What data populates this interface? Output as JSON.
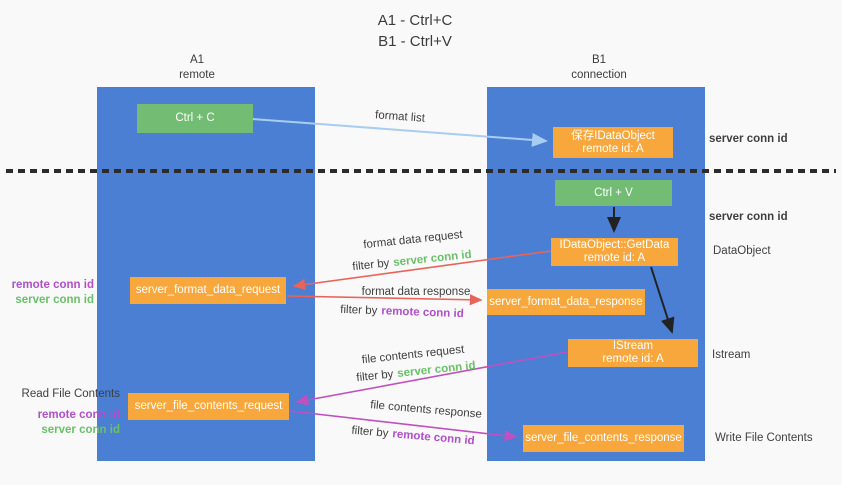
{
  "title": {
    "line1": "A1 - Ctrl+C",
    "line2": "B1 - Ctrl+V"
  },
  "lanes": {
    "a1": {
      "name": "A1",
      "subtitle": "remote"
    },
    "b1": {
      "name": "B1",
      "subtitle": "connection"
    }
  },
  "nodes": {
    "ctrl_c": {
      "label": "Ctrl + C"
    },
    "ctrl_v": {
      "label": "Ctrl + V"
    },
    "save_dataobject": {
      "line1": "保存IDataObject",
      "line2": "remote id: A"
    },
    "getdata": {
      "line1": "IDataObject::GetData",
      "line2": "remote id: A"
    },
    "istream": {
      "line1": "IStream",
      "line2": "remote id: A"
    },
    "format_request": {
      "label": "server_format_data_request"
    },
    "format_response": {
      "label": "server_format_data_response"
    },
    "file_request": {
      "label": "server_file_contents_request"
    },
    "file_response": {
      "label": "server_file_contents_response"
    }
  },
  "terms": {
    "server_conn_id": "server conn id",
    "remote_conn_id": "remote conn id",
    "filter_by": "filter by"
  },
  "side_labels": {
    "dataobject": "DataObject",
    "istream": "Istream",
    "read_file_contents": "Read File Contents",
    "write_file_contents": "Write File Contents"
  },
  "flow_labels": {
    "format_list": "format list",
    "format_data_request": "format data request",
    "format_data_response": "format data response",
    "file_contents_request": "file contents request",
    "file_contents_response": "file contents response"
  },
  "colors": {
    "lane_blue": "#4a7fd4",
    "box_green": "#72bd73",
    "box_orange": "#f8a73c",
    "arrow_red": "#e8645a",
    "arrow_magenta": "#c050c0",
    "arrow_lightblue": "#a9cdf0",
    "arrow_black": "#222222",
    "text_green": "#6abf69",
    "text_purple": "#b04fc8",
    "text_dark": "#3f3f3f",
    "background": "#f9f9f9"
  }
}
